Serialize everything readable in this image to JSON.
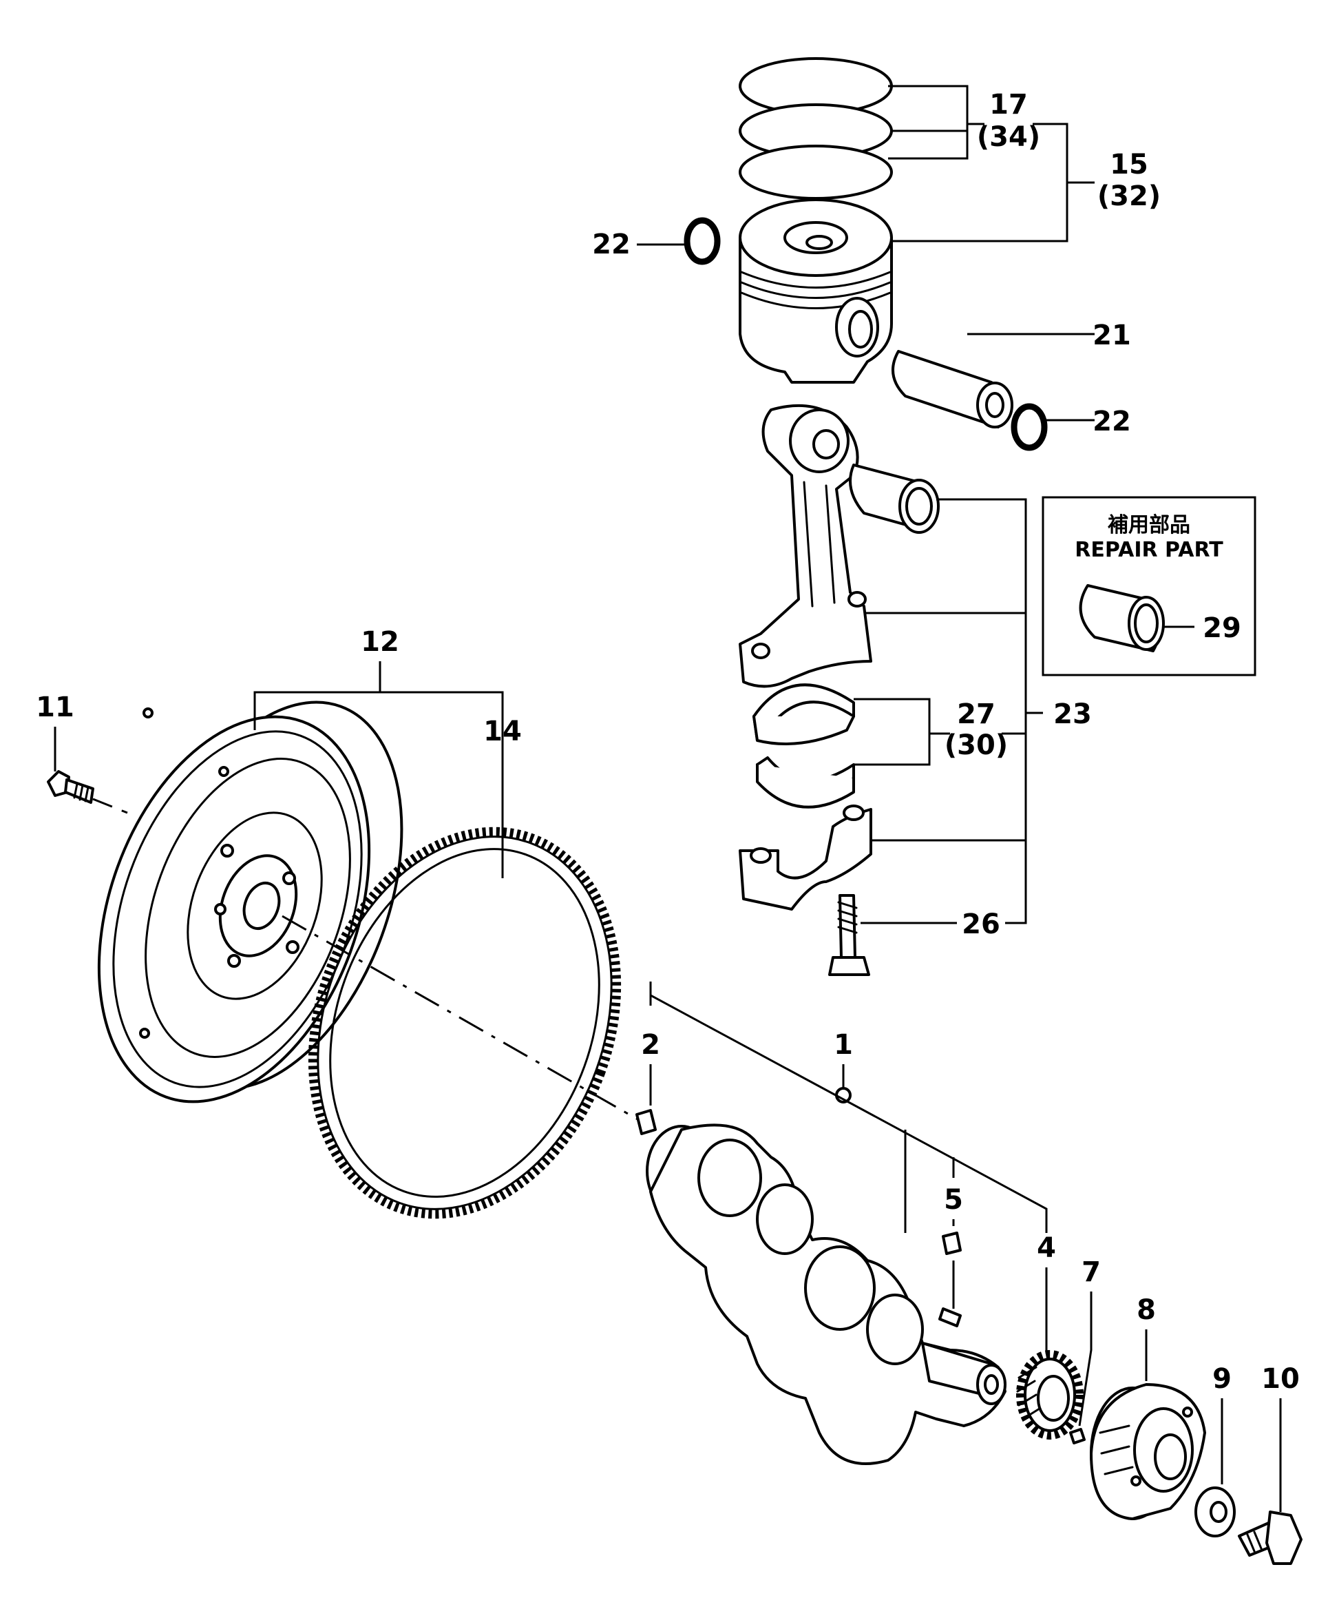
{
  "callouts": {
    "c1": "1",
    "c2": "2",
    "c4": "4",
    "c5": "5",
    "c7": "7",
    "c8": "8",
    "c9": "9",
    "c10": "10",
    "c11": "11",
    "c12": "12",
    "c14": "14",
    "c15": "15",
    "c15_alt": "(32)",
    "c17": "17",
    "c17_alt": "(34)",
    "c21": "21",
    "c22_left": "22",
    "c22_right": "22",
    "c23": "23",
    "c26": "26",
    "c27": "27",
    "c27_alt": "(30)",
    "c29": "29"
  },
  "repair_box": {
    "title_jp": "補用部品",
    "title_en": "REPAIR PART"
  }
}
